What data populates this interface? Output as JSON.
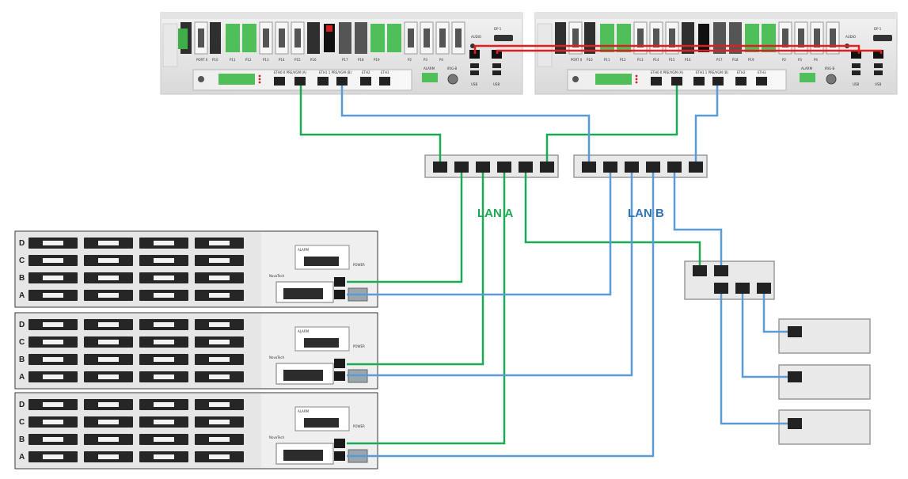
{
  "diagram": {
    "lan_a_label": "LAN A",
    "lan_b_label": "LAN B",
    "lan_a_color": "#1aaa55",
    "lan_b_color": "#5b9bd5",
    "link_color": "#e02020"
  },
  "controller": {
    "port_labels": [
      "PORT 0",
      "P10",
      "P11",
      "P12",
      "P13",
      "P14",
      "P15",
      "P16",
      "P17",
      "P18",
      "P19",
      "P2",
      "P3",
      "P4"
    ],
    "eth0_label": "ETH0 0 PRE/VGM (A)",
    "eth1_label": "ETH1 1 PRE/VGM (B)",
    "eth2_label": "ETH2",
    "eth3_label": "ETH3",
    "alarm_label": "ALARM",
    "irig_label": "IRIG-B",
    "audio_label": "AUDIO",
    "dp_label": "DP 1",
    "usb_label": "USB"
  },
  "io_unit": {
    "row_labels": [
      "D",
      "C",
      "B",
      "A"
    ],
    "brand": "NovaTech",
    "alarm_label": "ALARM",
    "power_label": "POWER"
  }
}
